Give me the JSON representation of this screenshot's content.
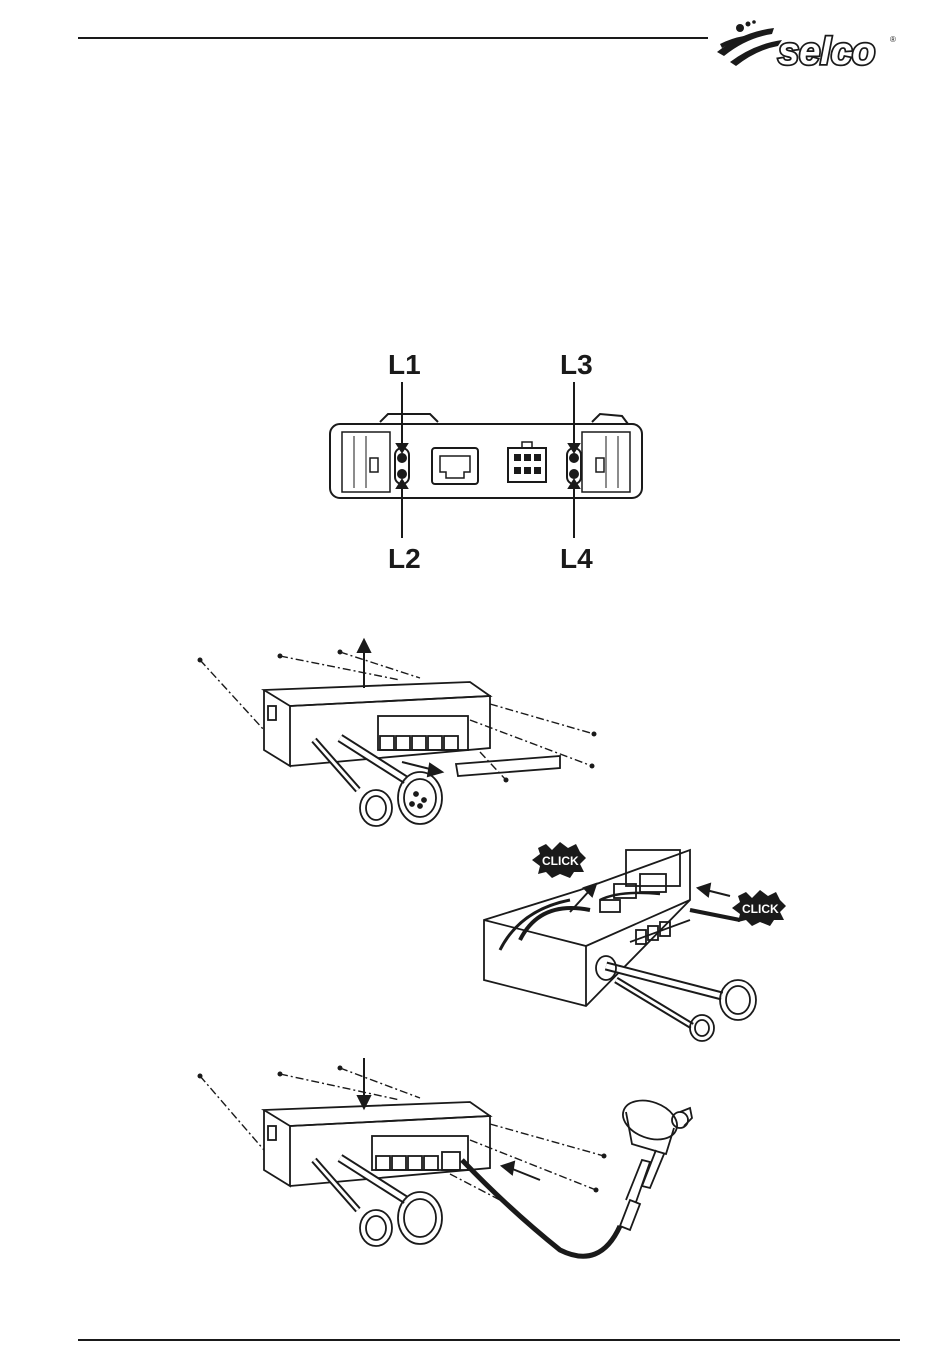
{
  "header": {
    "logo": {
      "text": "selco",
      "registered_mark": "®",
      "icon": "selco-swoosh-icon"
    }
  },
  "figure_led_panel": {
    "labels": {
      "l1": "L1",
      "l2": "L2",
      "l3": "L3",
      "l4": "L4"
    },
    "icons": [
      "ethernet-port-icon",
      "power-connector-icon",
      "led-pair-icon"
    ]
  },
  "figure_assembly": {
    "click_labels": {
      "left": "CLICK",
      "right": "CLICK"
    },
    "icons": [
      "up-arrow-icon",
      "down-arrow-icon",
      "screw-icon",
      "connector-plug-icon",
      "remote-control-icon"
    ]
  }
}
